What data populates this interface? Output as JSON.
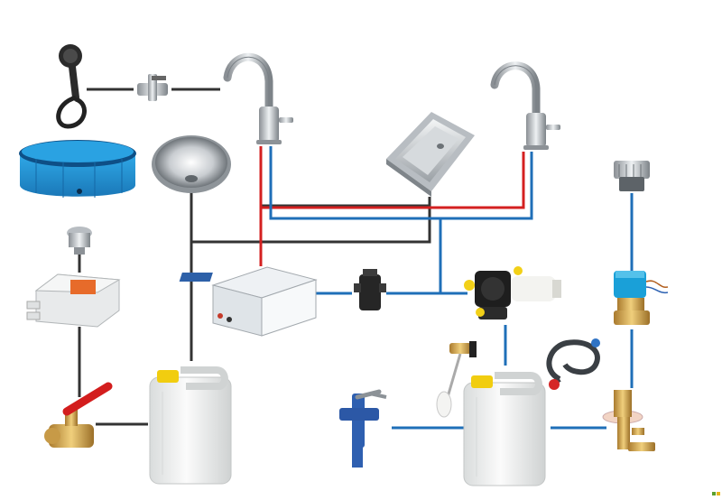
{
  "diagram": {
    "description_labels": [],
    "pipe_colors": {
      "hot": "#d42020",
      "cold": "#1f6fb8",
      "waste": "#333333"
    },
    "components": [
      {
        "id": "shower-head",
        "icon": "shower-head-icon"
      },
      {
        "id": "shower-valve",
        "icon": "valve-icon"
      },
      {
        "id": "faucet-left",
        "icon": "faucet-icon"
      },
      {
        "id": "faucet-right",
        "icon": "faucet-icon"
      },
      {
        "id": "pool",
        "icon": "pool-icon"
      },
      {
        "id": "round-sink",
        "icon": "round-sink-icon"
      },
      {
        "id": "square-sink",
        "icon": "square-sink-icon"
      },
      {
        "id": "hose-connector",
        "icon": "hose-connector-icon"
      },
      {
        "id": "push-button",
        "icon": "push-button-icon"
      },
      {
        "id": "grey-water-pump-box",
        "icon": "pump-box-icon"
      },
      {
        "id": "boiler",
        "icon": "boiler-icon"
      },
      {
        "id": "filter",
        "icon": "filter-icon"
      },
      {
        "id": "water-pump",
        "icon": "pump-icon"
      },
      {
        "id": "solenoid-valve",
        "icon": "solenoid-valve-icon"
      },
      {
        "id": "ball-valve",
        "icon": "ball-valve-icon"
      },
      {
        "id": "waste-tank",
        "icon": "canister-icon"
      },
      {
        "id": "fresh-tank",
        "icon": "canister-icon"
      },
      {
        "id": "level-sensor",
        "icon": "level-sensor-icon"
      },
      {
        "id": "hand-pump",
        "icon": "hand-pump-icon"
      },
      {
        "id": "hose-coil",
        "icon": "hose-icon"
      },
      {
        "id": "fill-inlet",
        "icon": "fill-inlet-icon"
      }
    ]
  }
}
